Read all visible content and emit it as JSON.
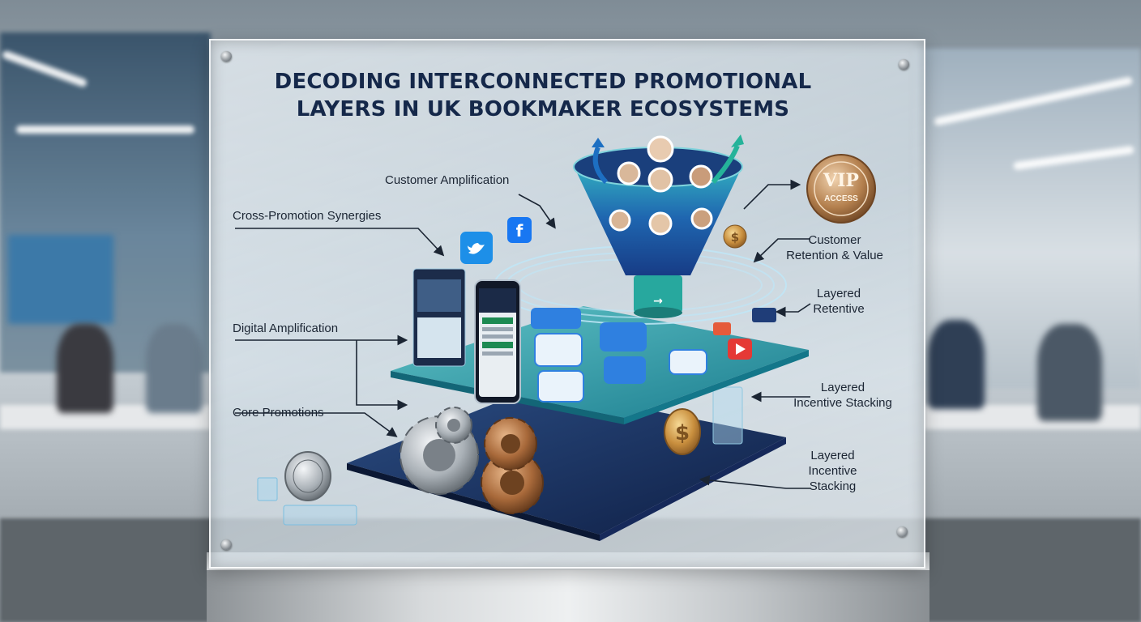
{
  "title": {
    "line1": "DECODING INTERCONNECTED PROMOTIONAL",
    "line2": "LAYERS IN UK BOOKMAKER ECOSYSTEMS"
  },
  "labels": {
    "customer_amplification": "Customer Amplification",
    "cross_promotion": "Cross-Promotion Synergies",
    "digital_amplification": "Digital Amplification",
    "core_promotions": "Core Promotions",
    "retention_line1": "Customer",
    "retention_line2": "Retention & Value",
    "layered_retentive_line1": "Layered",
    "layered_retentive_line2": "Retentive",
    "stacking_a_line1": "Layered",
    "stacking_a_line2": "Incentive Stacking",
    "stacking_b_line1": "Layered",
    "stacking_b_line2": "Incentive",
    "stacking_b_line3": "Stacking"
  },
  "badge": {
    "line1": "VIP",
    "line2": "ACCESS"
  },
  "colors": {
    "navy": "#15284a",
    "teal": "#1f8f9a",
    "funnel_blue": "#1d58a8",
    "bronze": "#b07a45",
    "gold": "#d4a24a"
  },
  "icons": [
    "twitter-icon",
    "facebook-icon",
    "chat-bubble-icon",
    "youtube-icon",
    "gear-icon",
    "coin-icon",
    "phone-icon",
    "arrow-icon"
  ]
}
